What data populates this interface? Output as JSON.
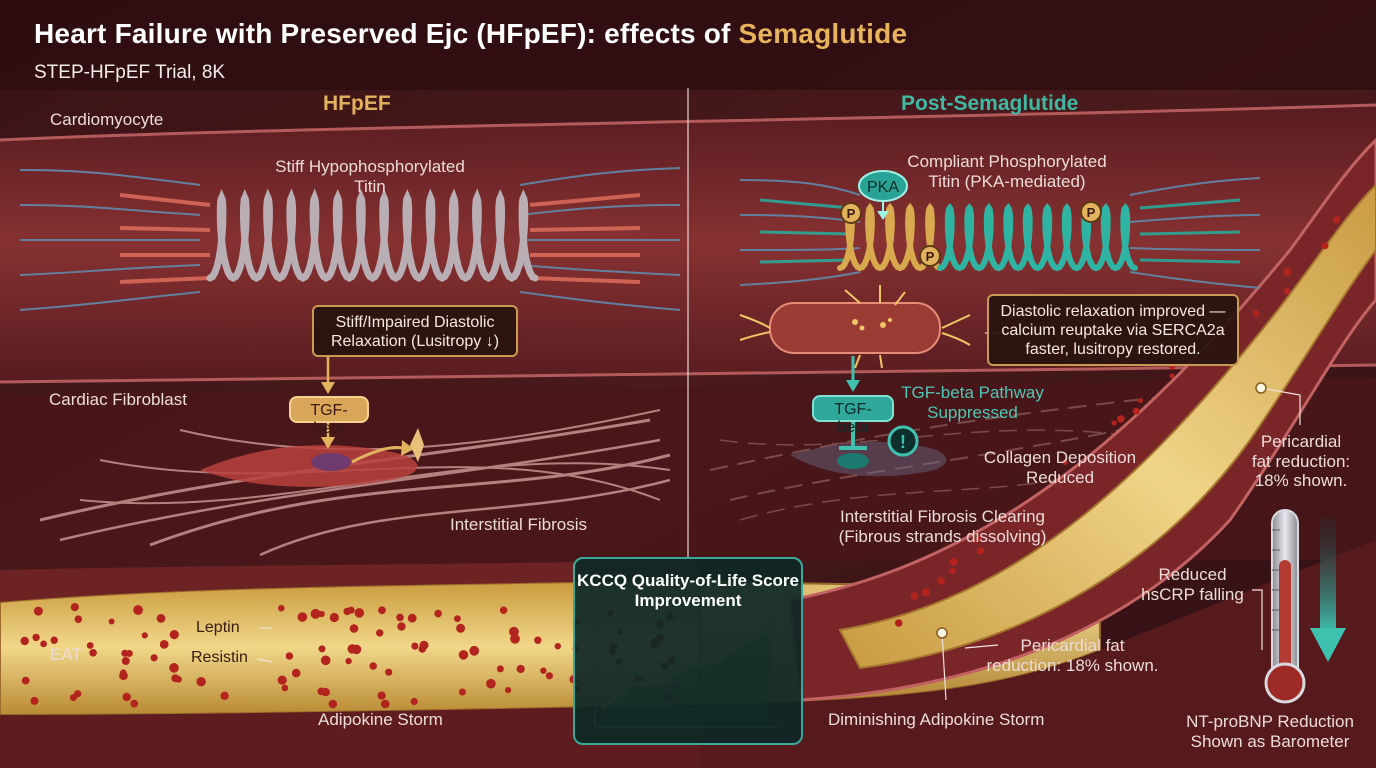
{
  "title": {
    "main": "Heart Failure with Preserved Ejc (HFpEF): effects of ",
    "highlight": "Semaglutide"
  },
  "subtitle": "STEP-HFpEF Trial, 8K",
  "left_panel": {
    "header": "HFpEF",
    "cardiomyocyte_label": "Cardiomyocyte",
    "titin_label_1": "Stiff Hypophosphorylated",
    "titin_label_2": "Titin",
    "relaxation_label_1": "Stiff/Impaired Diastolic",
    "relaxation_label_2": "Relaxation (Lusitropy ↓)",
    "fibroblast_label": "Cardiac Fibroblast",
    "tgf_label": "TGF-beta",
    "fibrosis_label": "Interstitial Fibrosis",
    "eat_label": "EAT",
    "leptin_label": "Leptin",
    "resistin_label": "Resistin",
    "adipokine_label": "Adipokine Storm"
  },
  "right_panel": {
    "header": "Post-Semaglutide",
    "titin_label_1": "Compliant Phosphorylated",
    "titin_label_2": "Titin (PKA-mediated)",
    "pka_label": "PKA",
    "p_badge": "P",
    "relaxation_label_1": "Diastolic relaxation improved —",
    "relaxation_label_2": "calcium reuptake via SERCA2a",
    "relaxation_label_3": "faster, lusitropy restored.",
    "tgf_label": "TGF-beta",
    "tgf_suppressed_1": "TGF-beta Pathway",
    "tgf_suppressed_2": "Suppressed",
    "warning_glyph": "!",
    "collagen_label_1": "Collagen Deposition",
    "collagen_label_2": "Reduced",
    "fibrosis_label_1": "Interstitial Fibrosis Clearing",
    "fibrosis_label_2": "(Fibrous strands dissolving)",
    "fat_reduction_1": "Pericardial fat",
    "fat_reduction_2": "reduction: 18% shown.",
    "adipokine_label": "Diminishing Adipokine Storm",
    "pericardial_1": "Pericardial",
    "pericardial_2": "fat reduction:",
    "pericardial_3": "18% shown.",
    "hscrp_1": "Reduced",
    "hscrp_2": "hsCRP falling",
    "ntprobnp_1": "NT-proBNP Reduction",
    "ntprobnp_2": "Shown as Barometer"
  },
  "kccq": {
    "title": "KCCQ Quality-of-Life Score Improvement",
    "trend": [
      0.08,
      0.35,
      0.35,
      0.55,
      0.6,
      0.78,
      1.0
    ]
  },
  "colors": {
    "gold": "#e3b25e",
    "teal": "#3fb8a4",
    "muscle": "#8a2e2e",
    "fat": "#e8c76a",
    "background": "#2a0d10"
  }
}
